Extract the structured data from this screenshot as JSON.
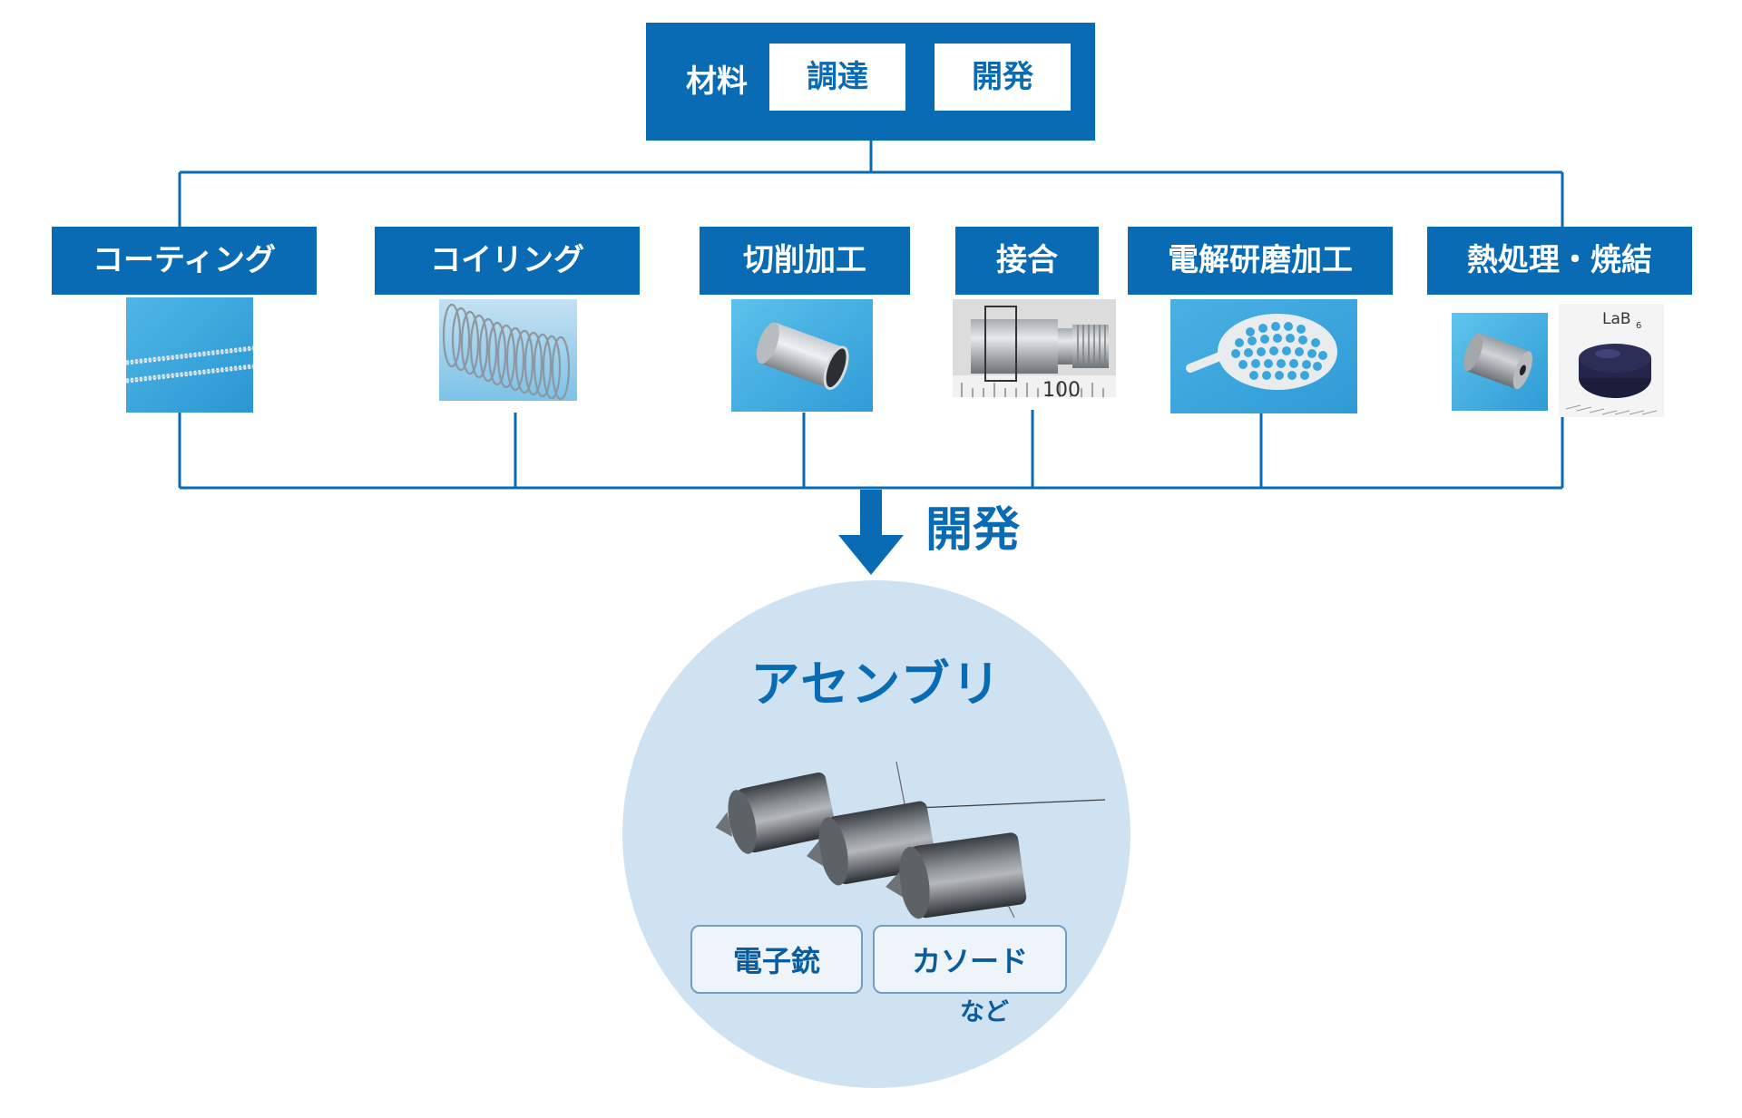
{
  "header": {
    "material_label": "材料",
    "procure_label": "調達",
    "develop_label": "開発"
  },
  "processes": [
    {
      "label": "コーティング",
      "image": "coated-wire-image"
    },
    {
      "label": "コイリング",
      "image": "coil-spring-image"
    },
    {
      "label": "切削加工",
      "image": "machined-tube-image"
    },
    {
      "label": "接合",
      "image": "joined-part-image"
    },
    {
      "label": "電解研磨加工",
      "image": "perforated-disc-image"
    },
    {
      "label": "熱処理・焼結",
      "image": "sintered-parts-image"
    }
  ],
  "images": {
    "lab6_label": "LaB",
    "lab6_sub": "6",
    "ruler_text": "100"
  },
  "flow": {
    "develop_label": "開発"
  },
  "result": {
    "title": "アセンブリ",
    "tags": [
      "電子銃",
      "カソード"
    ],
    "etc_label": "など"
  },
  "colors": {
    "primary": "#0a6bb5",
    "circle": "#cfe2f1",
    "tag_border": "#6f9fc4"
  }
}
